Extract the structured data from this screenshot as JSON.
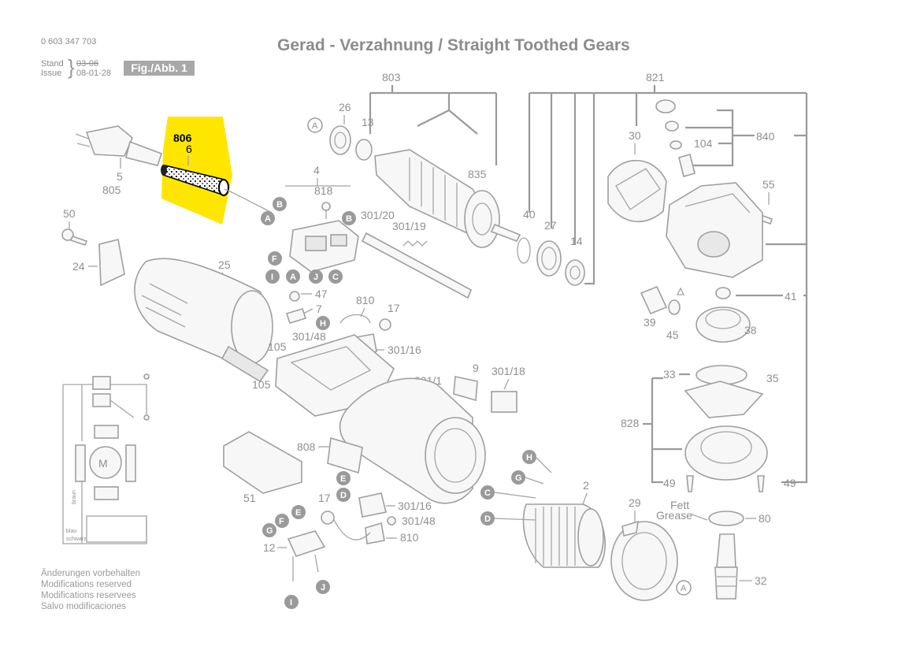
{
  "header": {
    "part_number": "0 603 347 703",
    "stand_label": "Stand",
    "issue_label": "Issue",
    "stand_value": "03-06",
    "issue_value": "08-01-28",
    "fig_label": "Fig./Abb. 1",
    "title": "Gerad - Verzahnung / Straight Toothed Gears"
  },
  "highlight": {
    "color": "#ffe600",
    "part_label": "806",
    "sub_label": "6"
  },
  "parts": {
    "p803": "803",
    "p821": "821",
    "p26": "26",
    "p13": "13",
    "p835": "835",
    "p30": "30",
    "p104": "104",
    "p840": "840",
    "p55": "55",
    "p4": "4",
    "p818": "818",
    "p3012": "301/20",
    "p30119": "301/19",
    "p40": "40",
    "p27": "27",
    "p14": "14",
    "p5": "5",
    "p805": "805",
    "p50": "50",
    "p24": "24",
    "p25": "25",
    "p47": "47",
    "p7": "7",
    "p810a": "810",
    "p17a": "17",
    "p30148a": "301/48",
    "p30116a": "301/16",
    "p105a": "105",
    "p105b": "105",
    "p41": "41",
    "p39": "39",
    "p45": "45",
    "p38": "38",
    "p9": "9",
    "p3011": "301/1",
    "p30118": "301/18",
    "p33": "33",
    "p35": "35",
    "p828": "828",
    "p808": "808",
    "p51": "51",
    "p49a": "49",
    "p49b": "49",
    "p17b": "17",
    "p30116b": "301/16",
    "p30148b": "301/48",
    "p810b": "810",
    "p2": "2",
    "p29": "29",
    "p80": "80",
    "p32": "32",
    "p12": "12"
  },
  "fett_label": "Fett",
  "grease_label": "Grease",
  "letters": {
    "A": "A",
    "B": "B",
    "C": "C",
    "D": "D",
    "E": "E",
    "F": "F",
    "G": "G",
    "H": "H",
    "I": "I",
    "J": "J"
  },
  "wiring": {
    "motor_label": "M",
    "wire_1": "braun",
    "wire_2": "blau",
    "wire_3": "schwarz"
  },
  "notes": [
    "Änderungen vorbehalten",
    "Modifications reserved",
    "Modifications reservees",
    "Salvo modificaciones"
  ]
}
